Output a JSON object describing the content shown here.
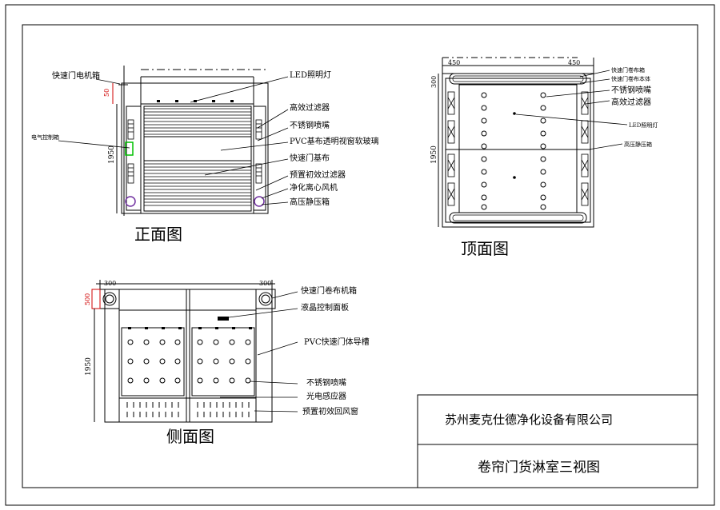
{
  "title_block": {
    "company": "苏州麦克仕德净化设备有限公司",
    "drawing_title": "卷帘门货淋室三视图"
  },
  "front_view": {
    "caption": "正面图",
    "height_dim": "1950",
    "top_dim": "50",
    "labels": {
      "motor_box": "快速门电机箱",
      "control_box": "电气控制箱",
      "led": "LED照明灯",
      "hepa": "高效过滤器",
      "nozzle": "不锈钢喷嘴",
      "pvc_window": "PVC基布透明视窗软玻璃",
      "door_fabric": "快速门基布",
      "prefilter": "预置初效过滤器",
      "fan": "净化离心风机",
      "plenum": "高压静压箱"
    }
  },
  "top_view": {
    "caption": "顶面图",
    "dim_left": "450",
    "dim_right": "450",
    "dim_side_top": "300",
    "height_dim": "1950",
    "labels": {
      "roll_box": "快速门卷布箱",
      "door_body": "快速门卷布本体",
      "nozzle": "不锈钢喷嘴",
      "hepa": "高效过滤器",
      "led": "LED照明灯",
      "plenum": "高压静压箱"
    }
  },
  "side_view": {
    "caption": "侧面图",
    "dim_left": "300",
    "dim_right": "300",
    "top_dim": "500",
    "height_dim": "1950",
    "labels": {
      "roll_box": "快速门卷布机箱",
      "lcd_panel": "液晶控制面板",
      "guide_rail": "PVC快速门体导槽",
      "nozzle": "不锈钢喷嘴",
      "sensor": "光电感应器",
      "return_air": "预置初效回风窗"
    }
  }
}
